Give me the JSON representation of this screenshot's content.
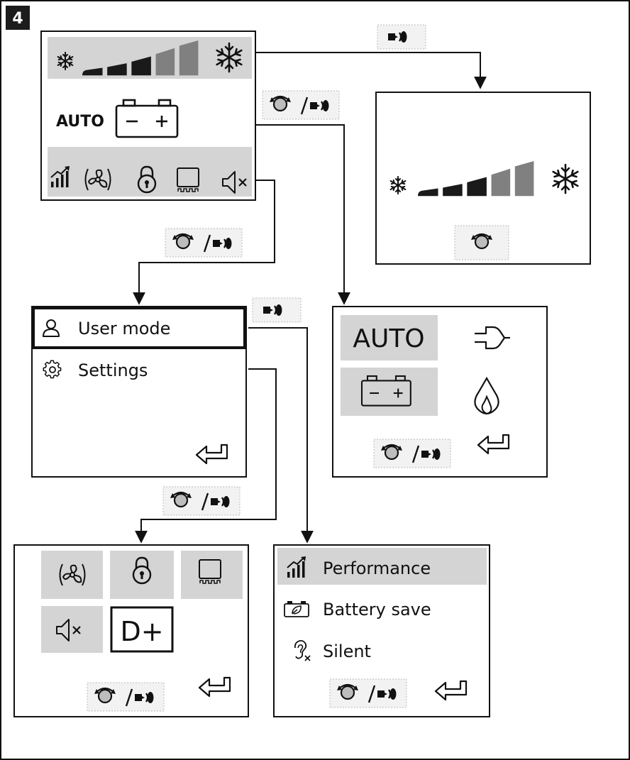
{
  "step_number": "4",
  "main_screen": {
    "mode_text": "AUTO",
    "icons": [
      "snowflake-small-icon",
      "level-bars-icon",
      "snowflake-large-icon",
      "battery-icon",
      "performance-icon",
      "fan-icon",
      "lock-icon",
      "heater-icon",
      "mute-icon"
    ]
  },
  "level_screen": {
    "icons": [
      "snowflake-small-icon",
      "level-bars-icon",
      "snowflake-large-icon",
      "rotate-knob-icon"
    ]
  },
  "menu_screen": {
    "items": [
      {
        "label": "User mode",
        "icon": "user-icon"
      },
      {
        "label": "Settings",
        "icon": "gear-icon"
      }
    ],
    "back_icon": "return-arrow-icon"
  },
  "source_screen": {
    "mode_text": "AUTO",
    "icons": [
      "plug-icon",
      "battery-icon",
      "flame-icon",
      "rotate-push-icon",
      "return-arrow-icon"
    ]
  },
  "settings_screen": {
    "d_plus_text": "D+",
    "icons": [
      "fan-icon",
      "lock-icon",
      "heater-icon",
      "mute-icon",
      "rotate-push-icon",
      "return-arrow-icon"
    ]
  },
  "user_mode_screen": {
    "items": [
      {
        "label": "Performance",
        "icon": "performance-icon"
      },
      {
        "label": "Battery save",
        "icon": "battery-leaf-icon"
      },
      {
        "label": "Silent",
        "icon": "silent-ear-icon"
      }
    ]
  },
  "connector_labels": [
    "push-knob-icon",
    "rotate-push-icon"
  ],
  "colors": {
    "highlight": "#d4d4d4",
    "dark_bar": "#1a1a1a",
    "light_bar": "#808080",
    "label_bg": "#eeeeee"
  }
}
